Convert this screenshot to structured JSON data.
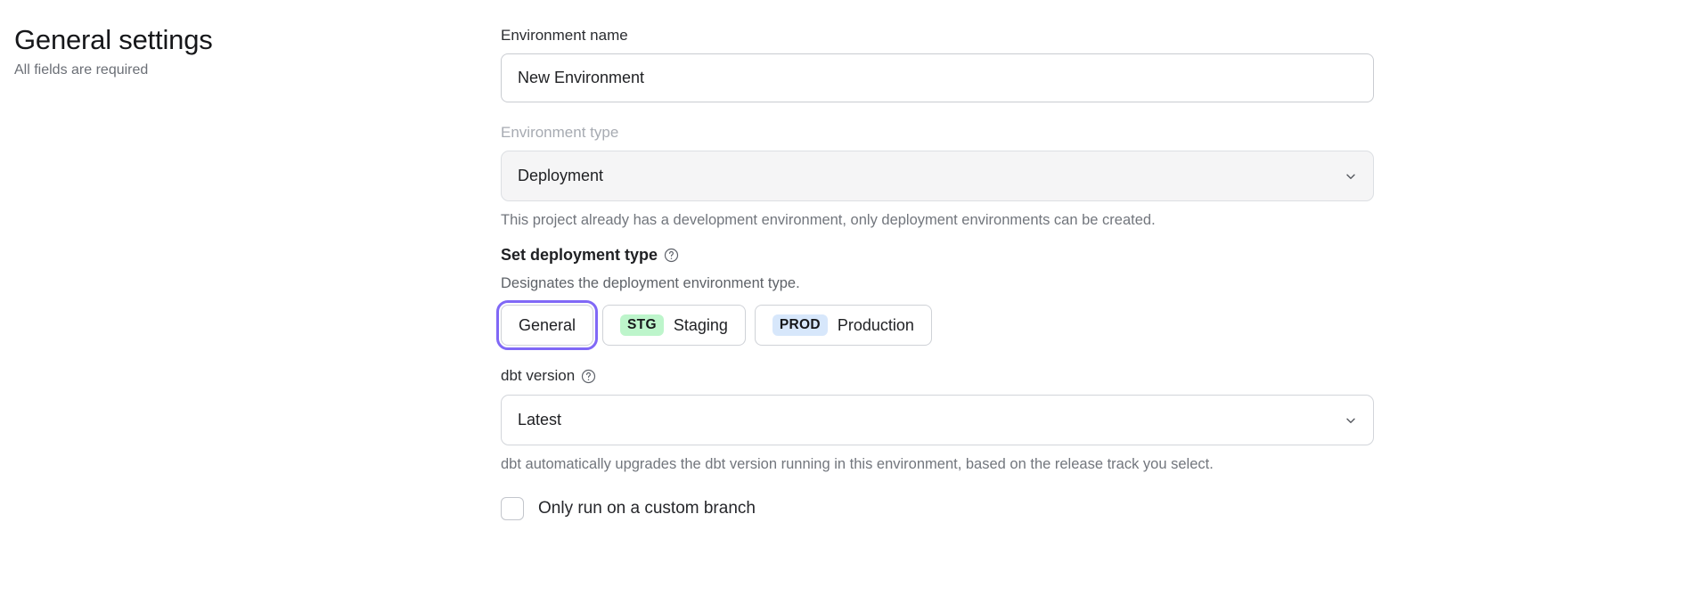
{
  "header": {
    "title": "General settings",
    "subtitle": "All fields are required"
  },
  "form": {
    "environment_name": {
      "label": "Environment name",
      "value": "New Environment",
      "placeholder": "Environment name"
    },
    "environment_type": {
      "label": "Environment type",
      "value": "Deployment",
      "disabled": true,
      "chevron_icon": "chevron-down-icon",
      "helper": "This project already has a development environment, only deployment environments can be created."
    },
    "deployment_type": {
      "heading": "Set deployment type",
      "help_icon": "help-circle-icon",
      "description": "Designates the deployment environment type.",
      "options": [
        {
          "label": "General",
          "tag": "",
          "tag_style": "",
          "focused": true
        },
        {
          "label": "Staging",
          "tag": "STG",
          "tag_style": "stg",
          "focused": false
        },
        {
          "label": "Production",
          "tag": "PROD",
          "tag_style": "prod",
          "focused": false
        }
      ]
    },
    "dbt_version": {
      "label": "dbt version",
      "help_icon": "help-circle-icon",
      "value": "Latest",
      "chevron_icon": "chevron-down-icon",
      "helper": "dbt automatically upgrades the dbt version running in this environment, based on the release track you select."
    },
    "custom_branch": {
      "label": "Only run on a custom branch",
      "checked": false
    }
  },
  "colors": {
    "focus_ring": "#8068f6",
    "tag_stg_bg": "#bdf5cb",
    "tag_prod_bg": "#d7e7fb",
    "disabled_bg": "#f5f5f6"
  }
}
